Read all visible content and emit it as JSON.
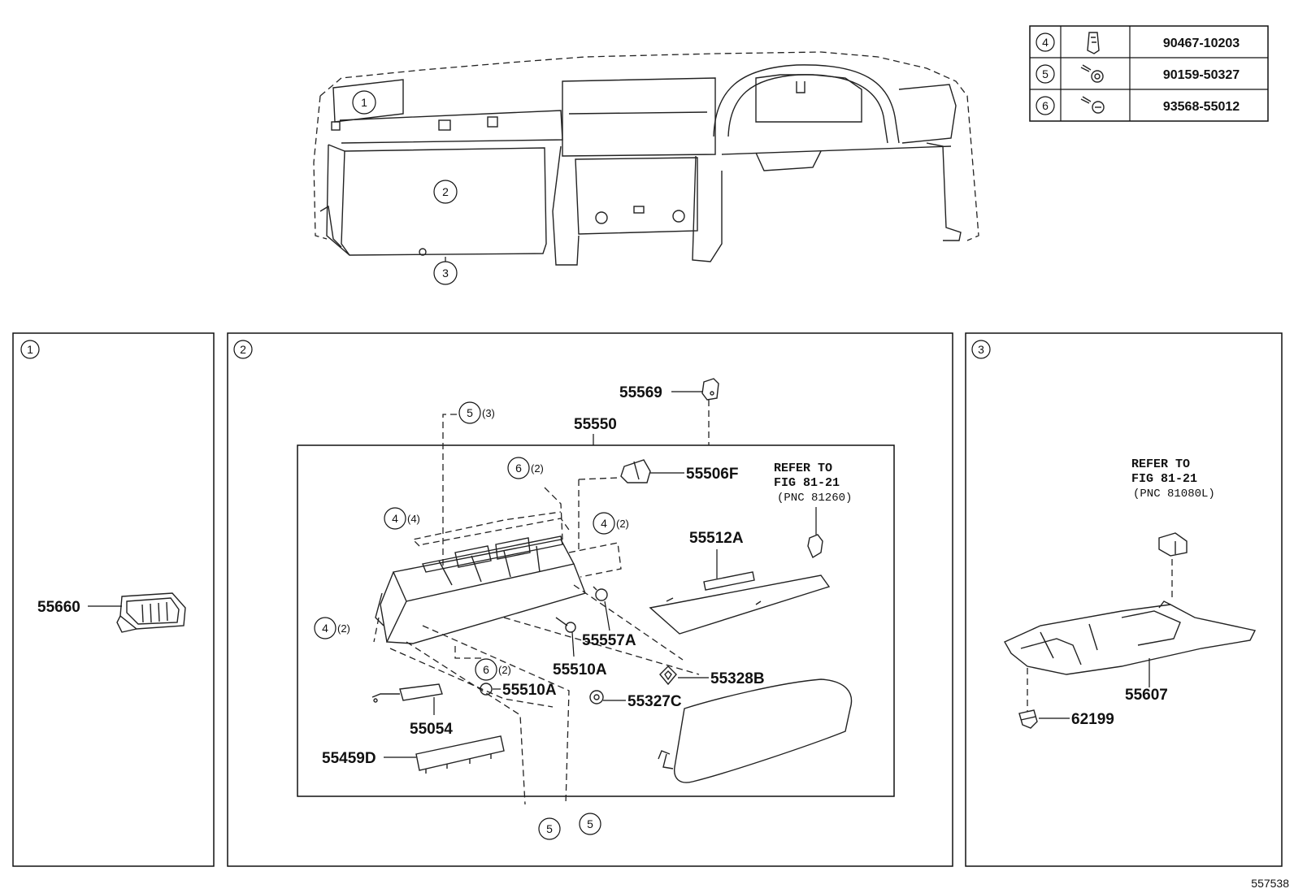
{
  "fastener_table": {
    "rows": [
      {
        "callout": "4",
        "icon": "clip-icon",
        "part_no": "90467-10203"
      },
      {
        "callout": "5",
        "icon": "bolt-icon",
        "part_no": "90159-50327"
      },
      {
        "callout": "6",
        "icon": "screw-icon",
        "part_no": "93568-55012"
      }
    ]
  },
  "overview": {
    "callouts": [
      "1",
      "2",
      "3"
    ]
  },
  "panel1": {
    "number": "1",
    "parts": {
      "p55660": "55660"
    }
  },
  "panel2": {
    "number": "2",
    "parts": {
      "p55569": "55569",
      "p55550": "55550",
      "p55506F": "55506F",
      "p55512A": "55512A",
      "p55557A": "55557A",
      "p55510A_a": "55510A",
      "p55510A_b": "55510A",
      "p55328B": "55328B",
      "p55327C": "55327C",
      "p55054": "55054",
      "p55459D": "55459D"
    },
    "refer": {
      "line1": "REFER TO",
      "line2": "FIG 81-21",
      "line3": "(PNC 81260)"
    },
    "callouts": [
      {
        "num": "5",
        "qty": "(3)"
      },
      {
        "num": "6",
        "qty": "(2)"
      },
      {
        "num": "4",
        "qty": "(4)"
      },
      {
        "num": "4",
        "qty": "(2)"
      },
      {
        "num": "4",
        "qty": "(2)"
      },
      {
        "num": "6",
        "qty": "(2)"
      },
      {
        "num": "5",
        "qty": ""
      },
      {
        "num": "5",
        "qty": ""
      }
    ]
  },
  "panel3": {
    "number": "3",
    "parts": {
      "p55607": "55607",
      "p62199": "62199"
    },
    "refer": {
      "line1": "REFER TO",
      "line2": "FIG 81-21",
      "line3": "(PNC 81080L)"
    }
  },
  "diagram_id": "557538"
}
